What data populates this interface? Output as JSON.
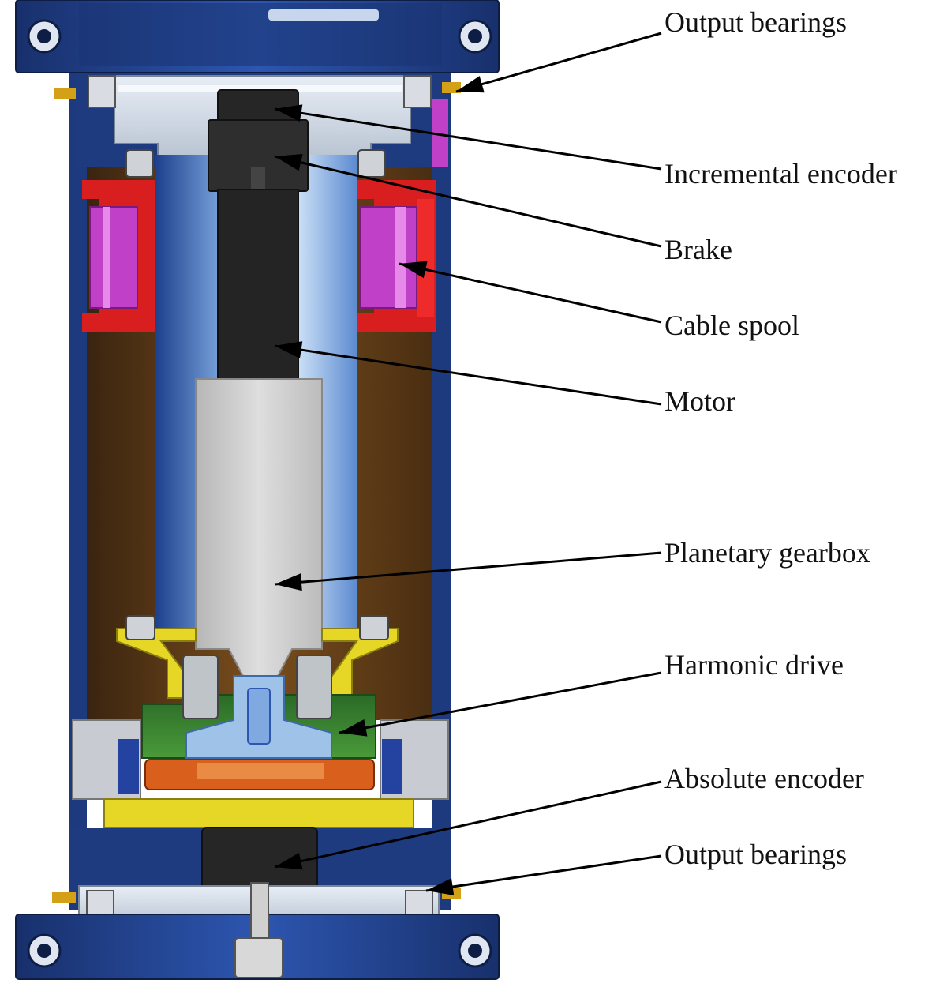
{
  "callouts": [
    {
      "id": "output-bearings-top",
      "label": "Output bearings"
    },
    {
      "id": "incremental-encoder",
      "label": "Incremental encoder"
    },
    {
      "id": "brake",
      "label": "Brake"
    },
    {
      "id": "cable-spool",
      "label": "Cable spool"
    },
    {
      "id": "motor",
      "label": "Motor"
    },
    {
      "id": "planetary-gearbox",
      "label": "Planetary gearbox"
    },
    {
      "id": "harmonic-drive",
      "label": "Harmonic drive"
    },
    {
      "id": "absolute-encoder",
      "label": "Absolute encoder"
    },
    {
      "id": "output-bearings-bottom",
      "label": "Output bearings"
    }
  ],
  "colors": {
    "housing_blue": "#1f3f86",
    "tube_brown": "#6a4318",
    "tube_light_blue": "#9fc2e8",
    "motor_black": "#262626",
    "gearbox_gray": "#c9c9c9",
    "spool_magenta": "#c040c8",
    "spool_red": "#d81e1e",
    "harmonic_green": "#2f7a2a",
    "plate_yellow": "#e6d626",
    "ring_orange": "#d8601c"
  }
}
